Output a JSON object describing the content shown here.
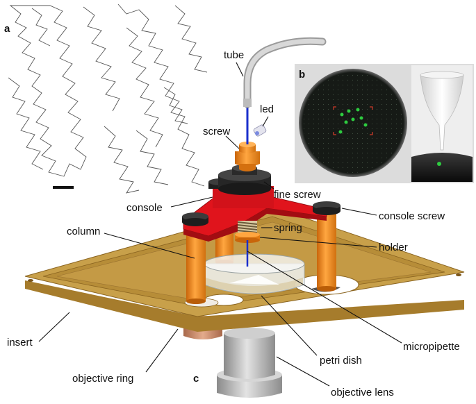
{
  "panels": {
    "a": "a",
    "b": "b",
    "c": "c"
  },
  "labels": {
    "tube": "tube",
    "led": "led",
    "screw": "screw",
    "fine_screw": "fine screw",
    "console": "console",
    "console_screw": "console screw",
    "spring": "spring",
    "column": "column",
    "holder": "holder",
    "insert": "insert",
    "micropipette": "micropipette",
    "petri_dish": "petri dish",
    "objective_ring": "objective ring",
    "objective_lens": "objective lens"
  },
  "colors": {
    "plate": "#c8a04a",
    "column": "#f08a1c",
    "console": "#d8121a",
    "screw_black": "#2a2a2a",
    "tube": "#bfbfbf",
    "needle": "#1a2ecc",
    "copper": "#c88a6a",
    "lens": "#b5b5b5",
    "fluorescence": "#2ecc40"
  }
}
